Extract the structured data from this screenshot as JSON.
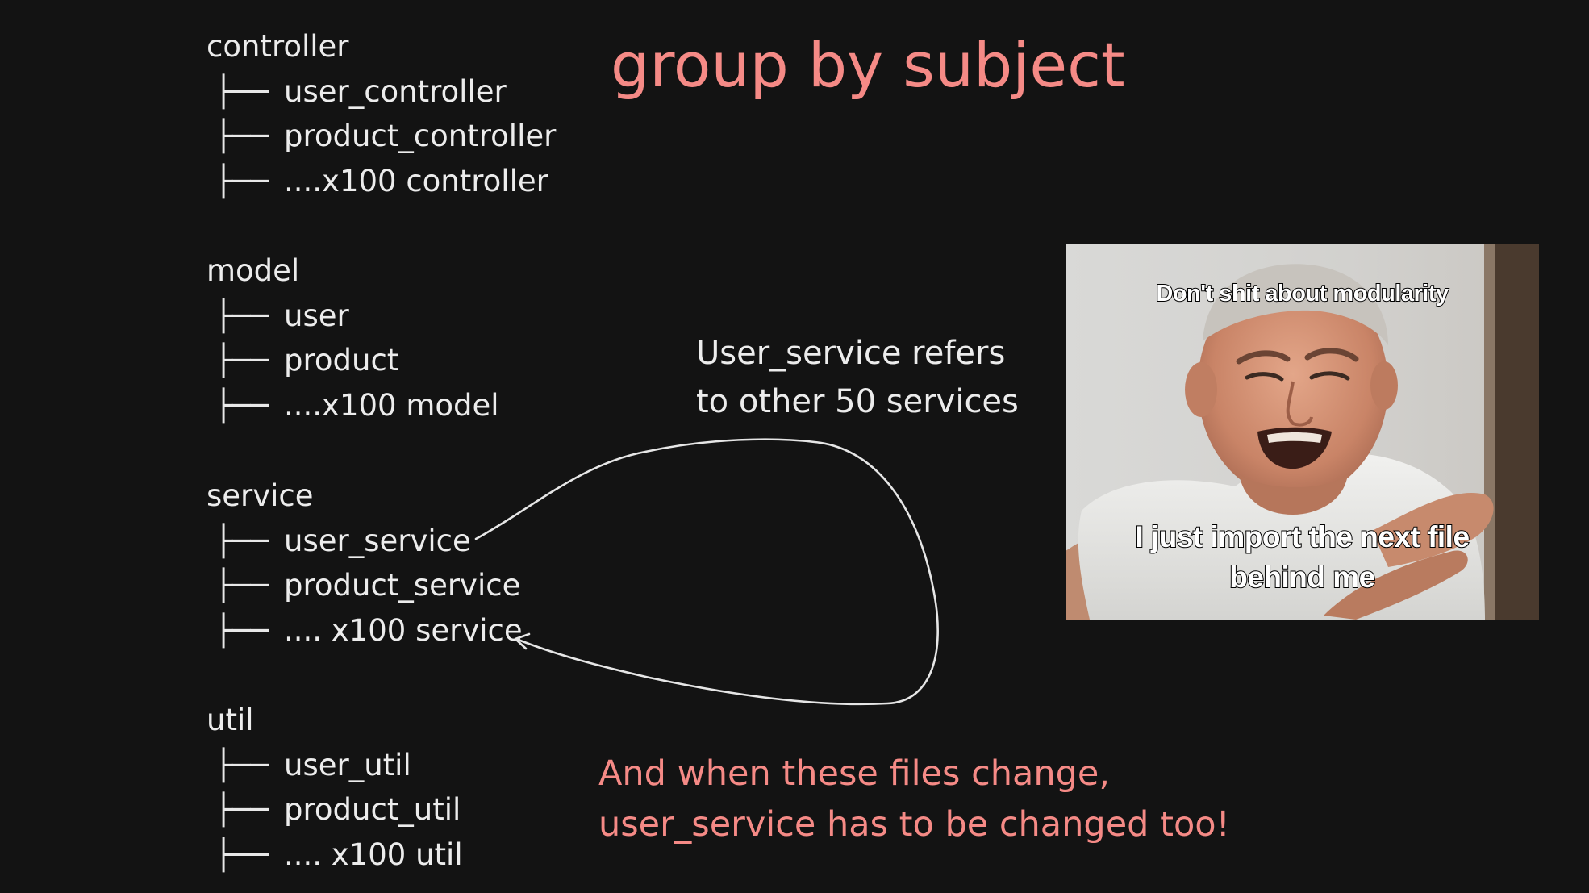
{
  "title": "group by subject",
  "tree": {
    "branch_glyph": "├──",
    "groups": [
      {
        "name": "controller",
        "items": [
          "user_controller",
          "product_controller",
          "....x100 controller"
        ]
      },
      {
        "name": "model",
        "items": [
          "user",
          "product",
          "....x100 model"
        ]
      },
      {
        "name": "service",
        "items": [
          "user_service",
          "product_service",
          ".... x100 service"
        ]
      },
      {
        "name": "util",
        "items": [
          "user_util",
          "product_util",
          ".... x100 util"
        ]
      }
    ]
  },
  "note": {
    "line1": "User_service refers",
    "line2": "to other 50 services"
  },
  "callout": {
    "line1": "And when these files change,",
    "line2": "user_service has to be changed too!"
  },
  "meme": {
    "caption_top": "Don't shit about modularity",
    "caption_bottom_line1": "I just import the next file",
    "caption_bottom_line2": "behind me"
  },
  "colors": {
    "background": "#131313",
    "text": "#ececec",
    "accent": "#f58a86"
  }
}
